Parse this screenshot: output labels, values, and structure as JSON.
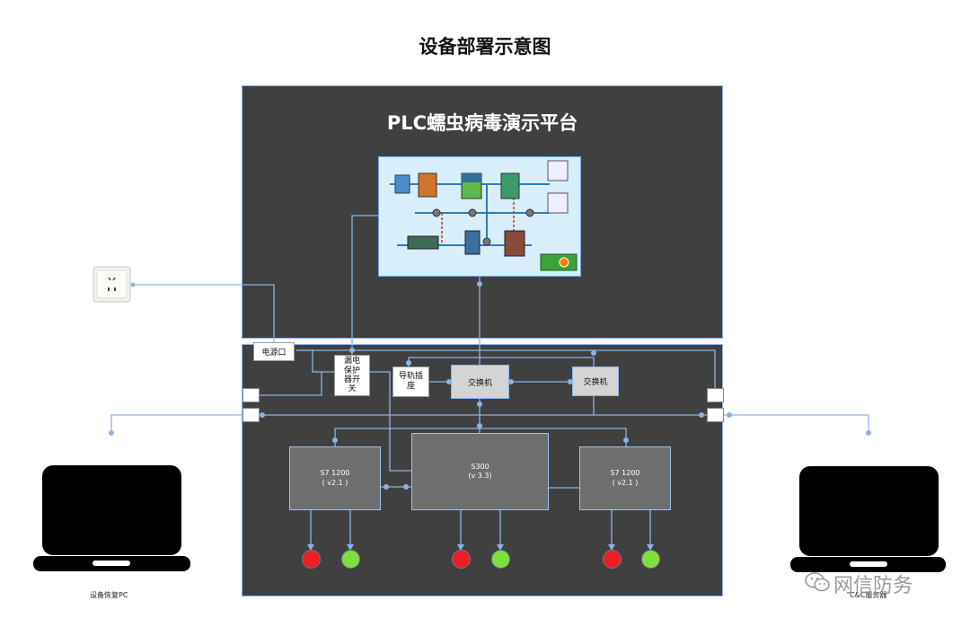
{
  "title": "设备部署示意图",
  "panel_title": "PLC蠕虫病毒演示平台",
  "components": {
    "power_port": "电源口",
    "leakage_breaker": "漏电\n保护\n器开\n关",
    "rail_socket": "导轨插\n座",
    "switch_left": "交换机",
    "switch_right": "交换机",
    "plc_left": {
      "model": "S7 1200",
      "version": "( v2.1 )"
    },
    "plc_center": {
      "model": "S300",
      "version": "(v 3.3)"
    },
    "plc_right": {
      "model": "S7 1200",
      "version": "( v2.1 )"
    }
  },
  "laptops": {
    "left_label": "设备恢复PC",
    "right_label": "C&C服务器"
  },
  "watermark": "网信防务",
  "colors": {
    "panel": "#404040",
    "wire": "#8ab4e8",
    "lamp_red": "#ee1c24",
    "lamp_green": "#7ee040"
  },
  "icons": [
    "wall-socket-icon",
    "laptop-icon",
    "wechat-icon"
  ]
}
